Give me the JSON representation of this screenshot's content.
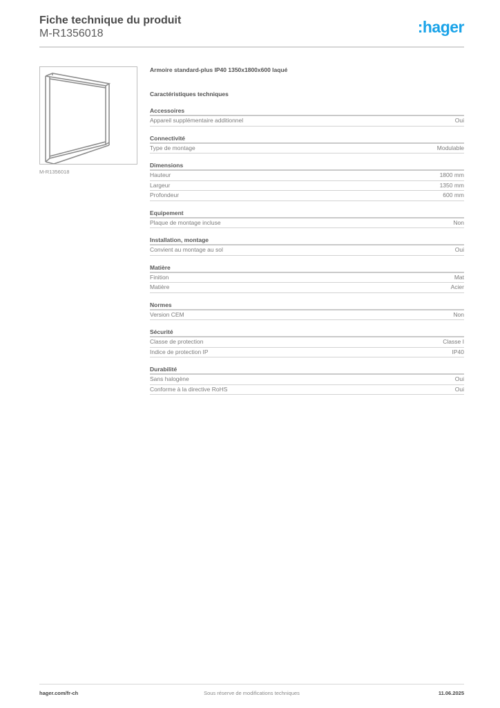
{
  "header": {
    "title": "Fiche technique du produit",
    "reference": "M-R1356018",
    "logo": ":hager",
    "logo_color": "#1aa3e8"
  },
  "product": {
    "image_icon": "cabinet-frame-image",
    "image_caption": "M-R1356018",
    "name": "Armoire standard-plus IP40 1350x1800x600 laqué",
    "section_title": "Caractéristiques techniques"
  },
  "groups": [
    {
      "title": "Accessoires",
      "rows": [
        {
          "label": "Appareil supplémentaire additionnel",
          "value": "Oui"
        }
      ]
    },
    {
      "title": "Connectivité",
      "rows": [
        {
          "label": "Type de montage",
          "value": "Modulable"
        }
      ]
    },
    {
      "title": "Dimensions",
      "rows": [
        {
          "label": "Hauteur",
          "value": "1800 mm"
        },
        {
          "label": "Largeur",
          "value": "1350 mm"
        },
        {
          "label": "Profondeur",
          "value": "600 mm"
        }
      ]
    },
    {
      "title": "Equipement",
      "rows": [
        {
          "label": "Plaque de montage incluse",
          "value": "Non"
        }
      ]
    },
    {
      "title": "Installation, montage",
      "rows": [
        {
          "label": "Convient au montage au sol",
          "value": "Oui"
        }
      ]
    },
    {
      "title": "Matière",
      "rows": [
        {
          "label": "Finition",
          "value": "Mat"
        },
        {
          "label": "Matière",
          "value": "Acier"
        }
      ]
    },
    {
      "title": "Normes",
      "rows": [
        {
          "label": "Version CEM",
          "value": "Non"
        }
      ]
    },
    {
      "title": "Sécurité",
      "rows": [
        {
          "label": "Classe de protection",
          "value": "Classe I"
        },
        {
          "label": "Indice de protection IP",
          "value": "IP40"
        }
      ]
    },
    {
      "title": "Durabilité",
      "rows": [
        {
          "label": "Sans halogène",
          "value": "Oui"
        },
        {
          "label": "Conforme à la directive RoHS",
          "value": "Oui"
        }
      ]
    }
  ],
  "footer": {
    "website": "hager.com/fr-ch",
    "disclaimer": "Sous réserve de modifications techniques",
    "date": "11.06.2025"
  }
}
